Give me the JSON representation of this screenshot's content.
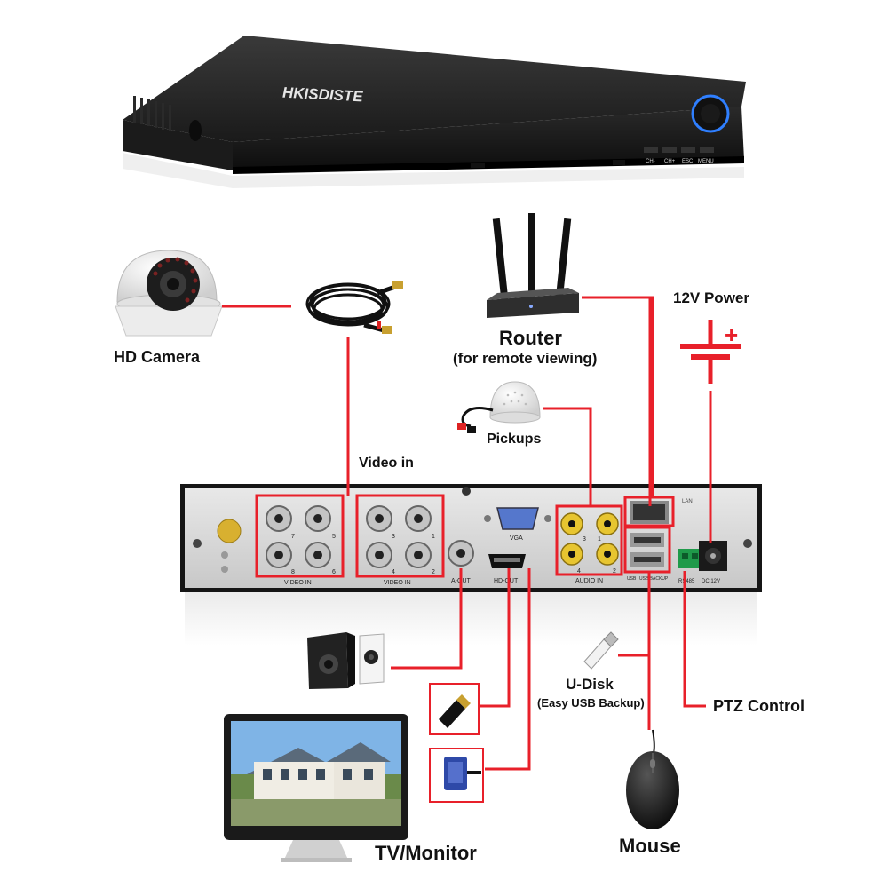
{
  "nvr_front": {
    "brand": "HKISDISTE",
    "buttons": [
      "CH-",
      "CH+",
      "ESC",
      "MENU"
    ]
  },
  "labels": {
    "hd_camera": "HD Camera",
    "router": "Router",
    "router_note": "(for remote viewing)",
    "power": "12V Power",
    "power_plus": "+",
    "pickups": "Pickups",
    "video_in": "Video in",
    "u_disk": "U-Disk",
    "u_disk_note": "(Easy USB Backup)",
    "ptz": "PTZ Control",
    "tv": "TV/Monitor",
    "mouse": "Mouse"
  },
  "rear_panel": {
    "video_in_label": "VIDEO IN",
    "channels_left": [
      "7",
      "5",
      "8",
      "6"
    ],
    "channels_right": [
      "3",
      "1",
      "4",
      "2"
    ],
    "vga": "VGA",
    "a_out": "A-OUT",
    "hd_out": "HD-OUT",
    "audio_in": "AUDIO IN",
    "audio_channels": [
      "3",
      "1",
      "4",
      "2"
    ],
    "lan": "LAN",
    "usb": "USB",
    "usb_backup": "USB BACKUP",
    "rs485": "RS485",
    "dc": "DC 12V"
  },
  "colors": {
    "connector": "#e8202a",
    "panel": "#1c1c1c",
    "rear": "#d9d9d9"
  }
}
